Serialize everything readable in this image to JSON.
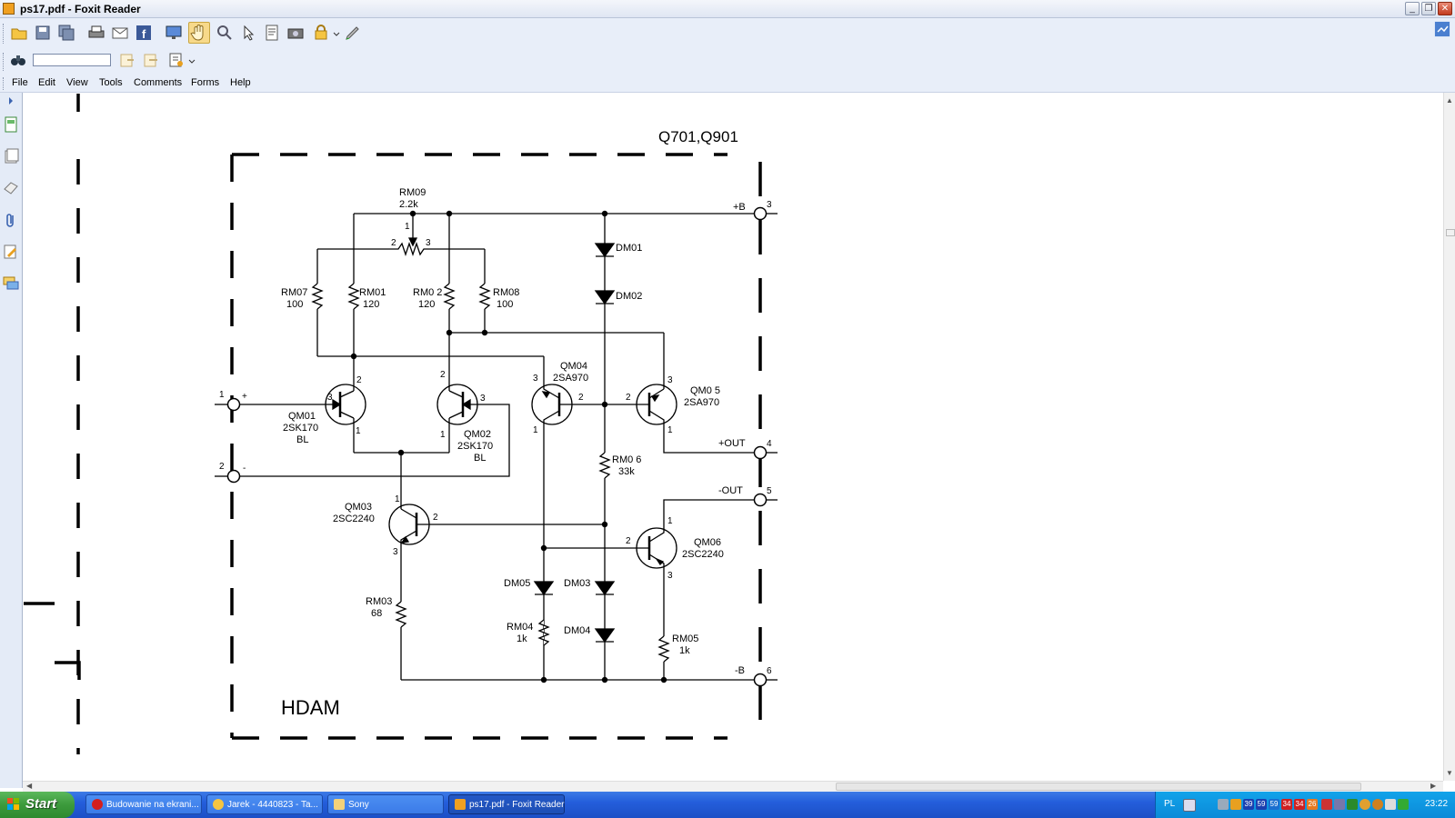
{
  "window": {
    "title": "ps17.pdf - Foxit Reader"
  },
  "toolbar": {
    "search_value": ""
  },
  "menu": {
    "items": [
      "File",
      "Edit",
      "View",
      "Tools",
      "Comments",
      "Forms",
      "Help"
    ]
  },
  "schematic": {
    "title": "Q701,Q901",
    "block_label": "HDAM",
    "terminals": {
      "pos_b": "+B",
      "pos_out": "+OUT",
      "neg_out": "-OUT",
      "neg_b": "-B",
      "plus": "+",
      "minus": "-"
    },
    "terminal_pins": {
      "pos_b": "3",
      "pos_out": "4",
      "neg_out": "5",
      "neg_b": "6",
      "plus": "1",
      "minus": "2"
    },
    "components": {
      "rm09": {
        "ref": "RM09",
        "value": "2.2k"
      },
      "rm07": {
        "ref": "RM07",
        "value": "100"
      },
      "rm01": {
        "ref": "RM01",
        "value": "120"
      },
      "rm02": {
        "ref": "RM0 2",
        "value": "120"
      },
      "rm08": {
        "ref": "RM08",
        "value": "100"
      },
      "rm06": {
        "ref": "RM0 6",
        "value": "33k"
      },
      "rm03": {
        "ref": "RM03",
        "value": "68"
      },
      "rm04": {
        "ref": "RM04",
        "value": "1k"
      },
      "rm05": {
        "ref": "RM05",
        "value": "1k"
      },
      "dm01": {
        "ref": "DM01"
      },
      "dm02": {
        "ref": "DM02"
      },
      "dm03": {
        "ref": "DM03"
      },
      "dm04": {
        "ref": "DM04"
      },
      "dm05": {
        "ref": "DM05"
      },
      "qm01": {
        "ref": "QM01",
        "part": "2SK170",
        "grade": "BL"
      },
      "qm02": {
        "ref": "QM02",
        "part": "2SK170",
        "grade": "BL"
      },
      "qm03": {
        "ref": "QM03",
        "part": "2SC2240"
      },
      "qm04": {
        "ref": "QM04",
        "part": "2SA970"
      },
      "qm05": {
        "ref": "QM0 5",
        "part": "2SA970"
      },
      "qm06": {
        "ref": "QM06",
        "part": "2SC2240"
      }
    }
  },
  "taskbar": {
    "start_label": "Start",
    "buttons": [
      "Budowanie na ekrani...",
      "Jarek - 4440823 - Ta...",
      "Sony",
      "ps17.pdf - Foxit Reader"
    ],
    "language": "PL",
    "tray_numbers": [
      "39",
      "59",
      "59",
      "34",
      "34",
      "26"
    ],
    "clock": "23:22"
  },
  "colors": {
    "taskbar": "#245edb",
    "start": "#3c9a3c",
    "tray": "#0b8ad8",
    "chrome": "#e8eef9"
  }
}
